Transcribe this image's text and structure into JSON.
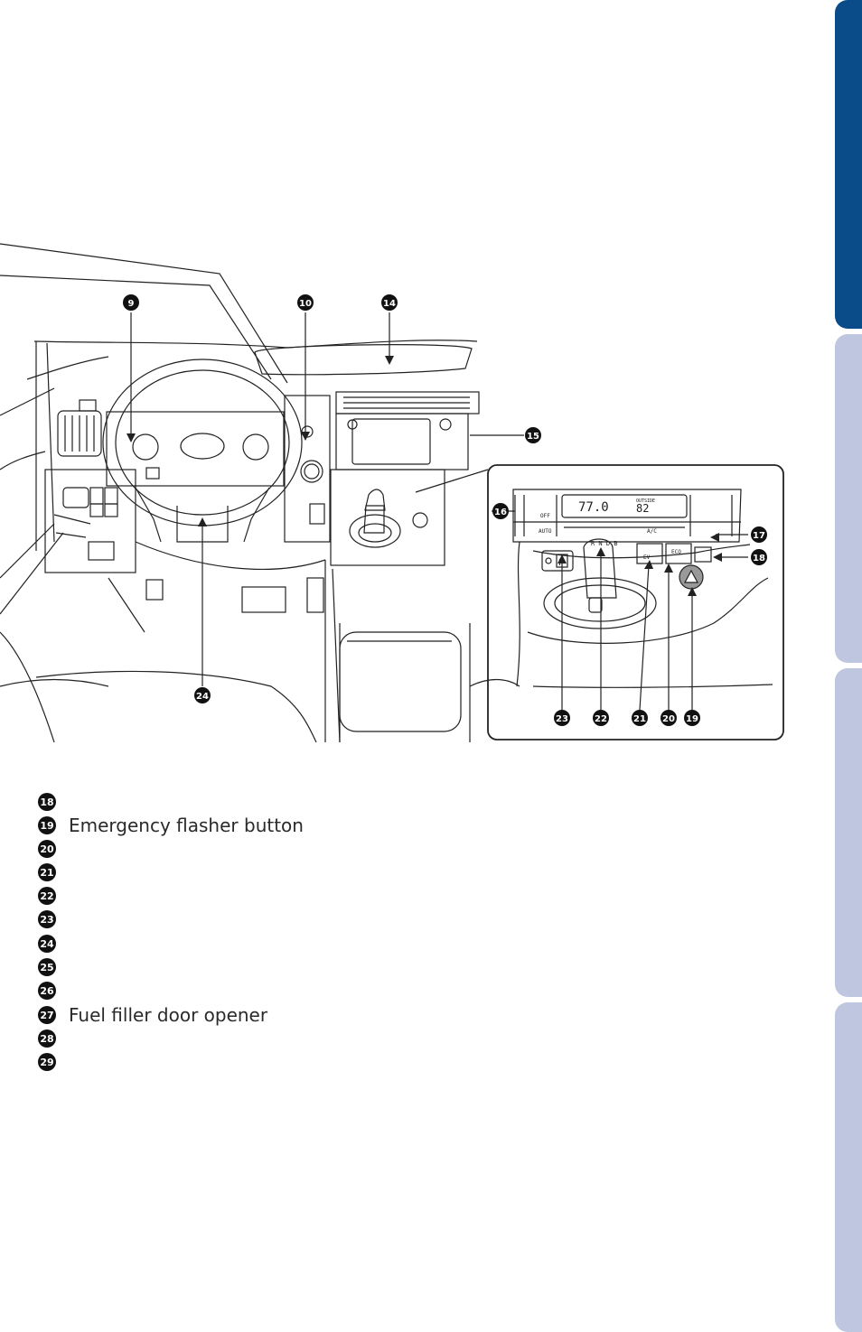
{
  "side_tabs": [
    {
      "name": "tab-1",
      "color": "#0a4c8a"
    },
    {
      "name": "tab-2",
      "color": "#bfc6df"
    },
    {
      "name": "tab-3",
      "color": "#bfc6df"
    },
    {
      "name": "tab-4",
      "color": "#bfc6df"
    }
  ],
  "callouts": {
    "c9": "9",
    "c10": "10",
    "c14": "14",
    "c15": "15",
    "c16": "16",
    "c17": "17",
    "c18": "18",
    "c19": "19",
    "c20": "20",
    "c21": "21",
    "c22": "22",
    "c23": "23",
    "c24": "24"
  },
  "display": {
    "temp": "77.0",
    "outside_label": "OUTSIDE",
    "outside_temp": "82",
    "off_label": "OFF",
    "auto_label": "AUTO",
    "ac_label": "A/C",
    "ev_label": "EV",
    "eco_label": "ECO",
    "shift_letters": "R N D B",
    "p_label": "P"
  },
  "legend": [
    {
      "num": "18",
      "label": ""
    },
    {
      "num": "19",
      "label": "Emergency flasher button"
    },
    {
      "num": "20",
      "label": ""
    },
    {
      "num": "21",
      "label": ""
    },
    {
      "num": "22",
      "label": ""
    },
    {
      "num": "23",
      "label": ""
    },
    {
      "num": "24",
      "label": ""
    },
    {
      "num": "25",
      "label": ""
    },
    {
      "num": "26",
      "label": ""
    },
    {
      "num": "27",
      "label": "Fuel filler door opener"
    },
    {
      "num": "28",
      "label": ""
    },
    {
      "num": "29",
      "label": ""
    }
  ]
}
